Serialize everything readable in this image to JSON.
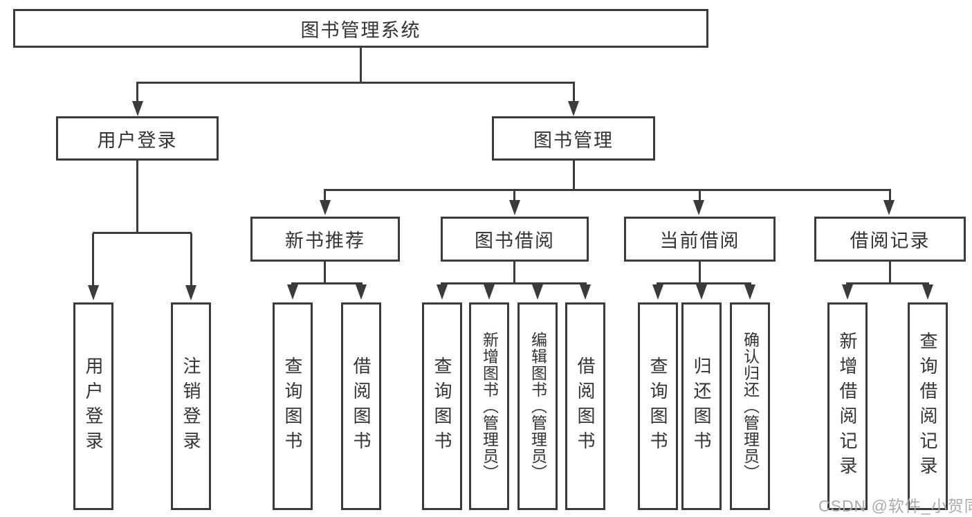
{
  "diagram": {
    "root": {
      "label": "图书管理系统"
    },
    "level2": [
      {
        "label": "用户登录"
      },
      {
        "label": "图书管理"
      }
    ],
    "level3": [
      {
        "label": "新书推荐"
      },
      {
        "label": "图书借阅"
      },
      {
        "label": "当前借阅"
      },
      {
        "label": "借阅记录"
      }
    ],
    "leaves": {
      "user_login": [
        {
          "label": "用户登录"
        },
        {
          "label": "注销登录"
        }
      ],
      "new_book_recommend": [
        {
          "label": "查询图书"
        },
        {
          "label": "借阅图书"
        }
      ],
      "book_borrowing": [
        {
          "label": "查询图书"
        },
        {
          "label": "新增图书（管理员）"
        },
        {
          "label": "编辑图书（管理员）"
        },
        {
          "label": "借阅图书"
        }
      ],
      "current_borrowing": [
        {
          "label": "查询图书"
        },
        {
          "label": "归还图书"
        },
        {
          "label": "确认归还（管理员）"
        }
      ],
      "borrowing_records": [
        {
          "label": "新增借阅记录"
        },
        {
          "label": "查询借阅记录"
        }
      ]
    },
    "watermark": "CSDN @软件_小贺同学",
    "colors": {
      "line": "#3b3b3b",
      "text": "#333333",
      "node_fill": "#ffffff",
      "watermark": "#aaaaaa",
      "background": "#ffffff"
    }
  }
}
